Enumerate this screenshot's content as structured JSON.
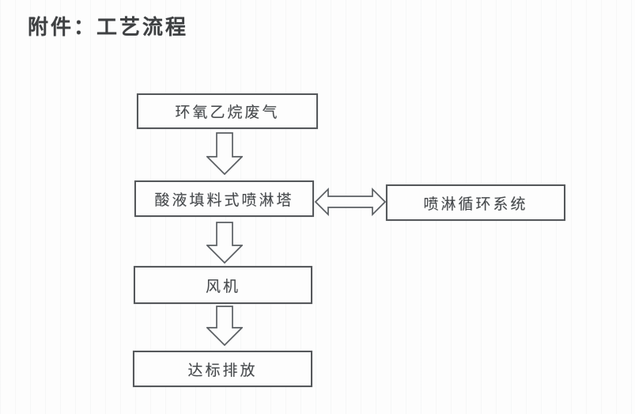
{
  "page": {
    "title": "附件：工艺流程",
    "background_color": "#fdfdfd",
    "ink_color": "#45484b",
    "border_color": "#55585b"
  },
  "flowchart": {
    "nodes": [
      {
        "id": "waste-gas",
        "label": "环氧乙烷废气"
      },
      {
        "id": "spray-tower",
        "label": "酸液填料式喷淋塔"
      },
      {
        "id": "circulation",
        "label": "喷淋循环系统"
      },
      {
        "id": "fan",
        "label": "风机"
      },
      {
        "id": "discharge",
        "label": "达标排放"
      }
    ],
    "connections": [
      {
        "from": "waste-gas",
        "to": "spray-tower",
        "type": "down-block-arrow"
      },
      {
        "from": "spray-tower",
        "to": "circulation",
        "type": "double-headed-block-arrow"
      },
      {
        "from": "spray-tower",
        "to": "fan",
        "type": "down-block-arrow"
      },
      {
        "from": "fan",
        "to": "discharge",
        "type": "down-block-arrow"
      }
    ]
  }
}
